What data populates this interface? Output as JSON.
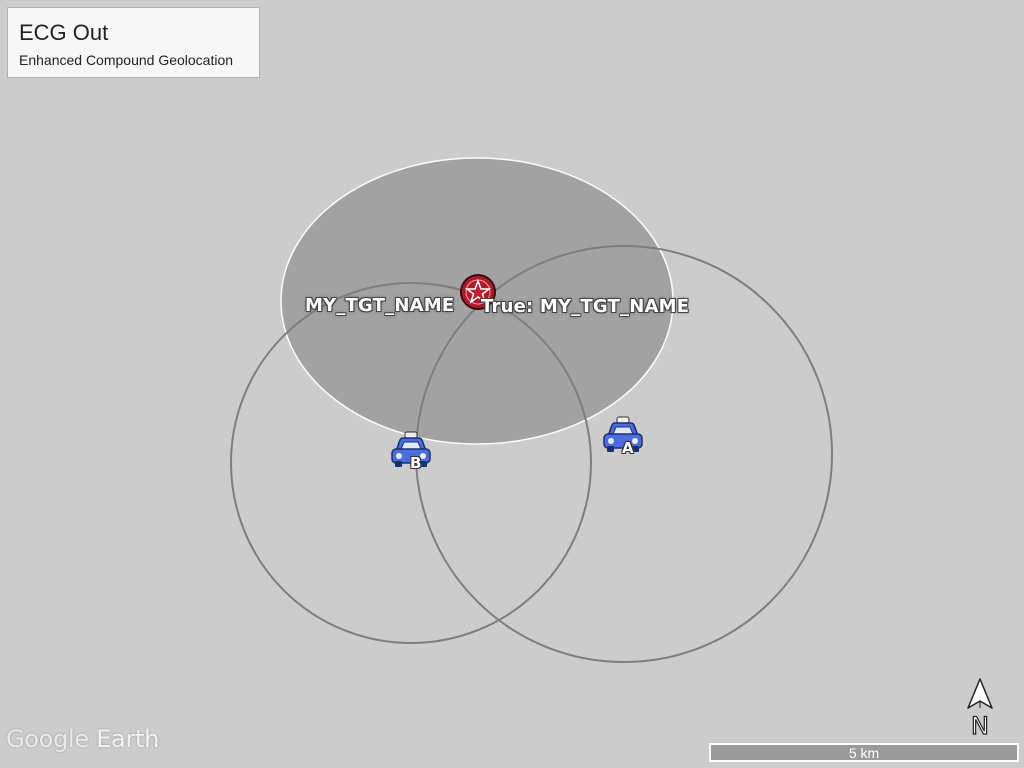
{
  "panel": {
    "title": "ECG Out",
    "subtitle": "Enhanced Compound Geolocation"
  },
  "placemarks": {
    "estimate_label": "MY_TGT_NAME",
    "true_label": "True: MY_TGT_NAME",
    "sensor_a_label": "A",
    "sensor_b_label": "B"
  },
  "overlays": {
    "error_ellipse_color": "#a0a0a0",
    "range_circle_color": "#7a7a7a",
    "sensor_color": "#4a6ee0",
    "target_color": "#b01a28"
  },
  "scale": {
    "label": "5 km"
  },
  "compass": {
    "letter": "N",
    "icon": "north-arrow-icon"
  },
  "watermark": {
    "part1": "Google",
    "part2": "Earth"
  }
}
